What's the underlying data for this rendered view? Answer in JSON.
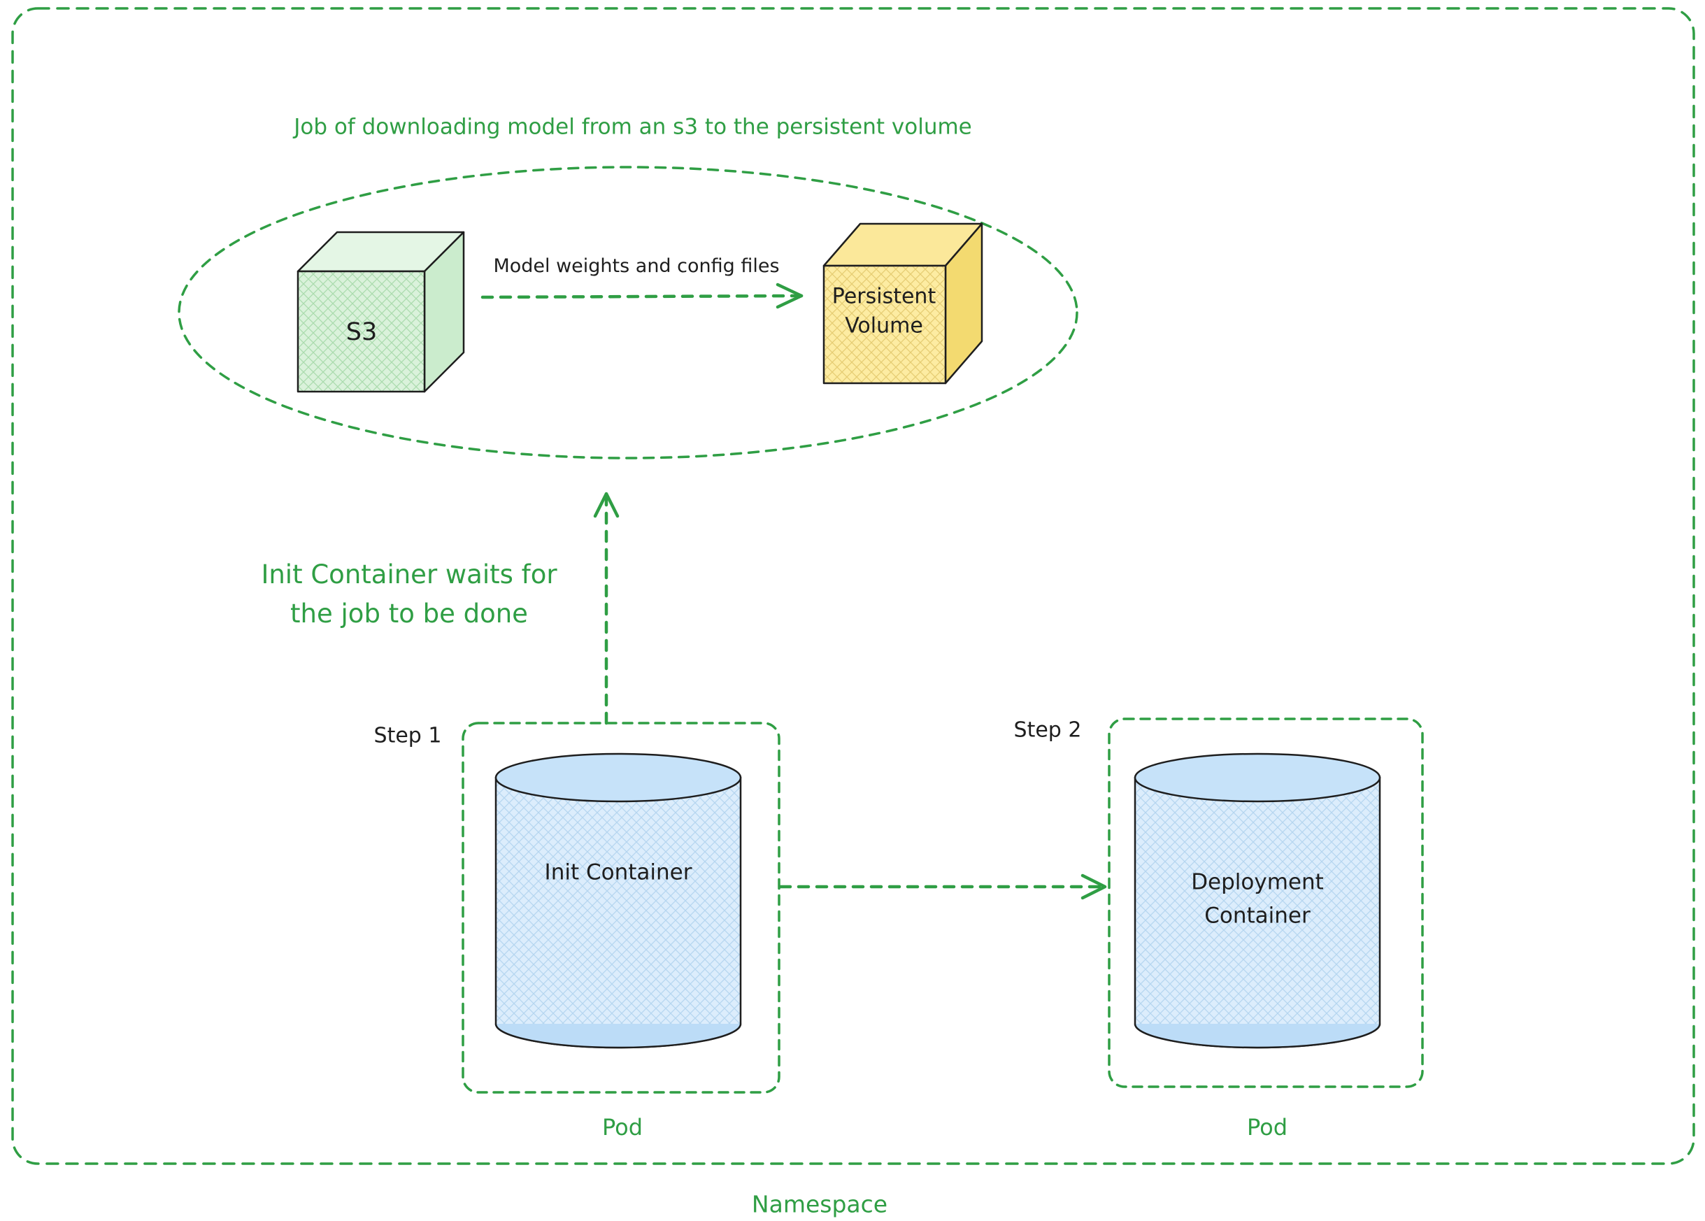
{
  "diagram": {
    "namespace_label": "Namespace",
    "job": {
      "title": "Job of downloading model from an s3 to the persistent volume",
      "s3_label": "S3",
      "pv_label_line1": "Persistent",
      "pv_label_line2": "Volume",
      "transfer_label": "Model weights and config files"
    },
    "wait_note_line1": "Init Container waits for",
    "wait_note_line2": "the job to be done",
    "step1": {
      "step_label": "Step 1",
      "container_label": "Init Container",
      "pod_label": "Pod"
    },
    "step2": {
      "step_label": "Step 2",
      "container_label_line1": "Deployment",
      "container_label_line2": "Container",
      "pod_label": "Pod"
    },
    "colors": {
      "green_stroke": "#2f9e44",
      "ink_stroke": "#1e1e1e",
      "s3_cube_fill": "#daf2db",
      "persistent_volume_cube_fill": "#fdeca2",
      "cylinder_fill": "#dcedfc"
    }
  }
}
